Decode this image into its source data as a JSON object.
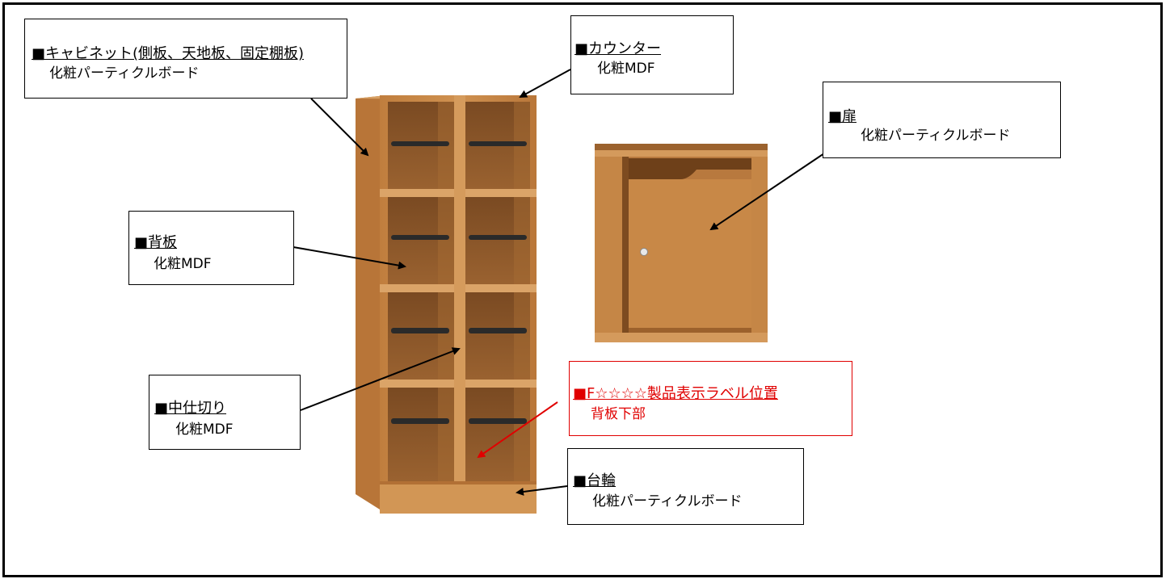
{
  "callouts": {
    "cabinet": {
      "title": "■キャビネット(側板、天地板、固定棚板)",
      "material": "化粧パーティクルボード"
    },
    "counter": {
      "title": "■カウンター",
      "material": "化粧MDF"
    },
    "door": {
      "title": "■扉",
      "material": "化粧パーティクルボード"
    },
    "back_panel": {
      "title": "■背板",
      "material": "化粧MDF"
    },
    "divider": {
      "title": "■中仕切り",
      "material": "化粧MDF"
    },
    "label_position": {
      "title": "■F☆☆☆☆製品表示ラベル位置",
      "material": "背板下部"
    },
    "base": {
      "title": "■台輪",
      "material": "化粧パーティクルボード"
    }
  },
  "colors": {
    "wood": "#c98a46",
    "wood_dark": "#a0642a",
    "wood_inner": "#8a5526",
    "shelf_pin": "#2a2a2a",
    "arrow": "#000000",
    "highlight": "#e00000"
  }
}
